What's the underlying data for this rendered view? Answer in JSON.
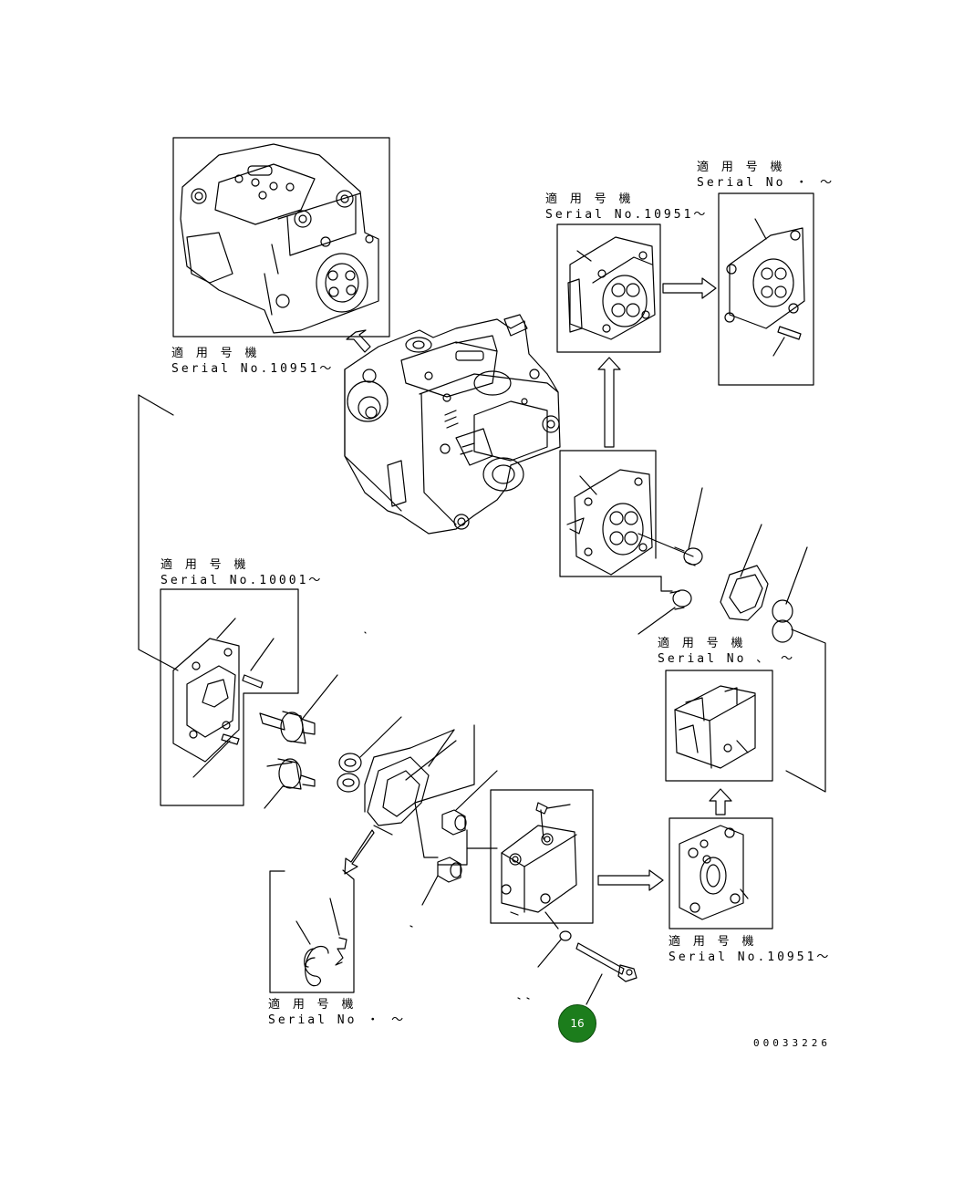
{
  "labels": {
    "top_left": {
      "applicable": "適 用 号 機",
      "serial": "Serial No.10951～"
    },
    "top_middle": {
      "applicable": "適 用 号 機",
      "serial": "Serial No.10951～"
    },
    "top_right": {
      "applicable": "適 用 号 機",
      "serial": "Serial No  ・ ～"
    },
    "middle_left": {
      "applicable": "適 用 号 機",
      "serial": "Serial No.10001～"
    },
    "middle_right": {
      "applicable": "適 用 号 機",
      "serial": "Serial No  、 ～"
    },
    "bottom_right": {
      "applicable": "適 用 号 機",
      "serial": "Serial No.10951～"
    },
    "bottom_left": {
      "applicable": "適 用 号 機",
      "serial": "Serial No  ・ ～"
    }
  },
  "callout": {
    "number": "16",
    "color": "#1c7d1c"
  },
  "document_number": "00033226"
}
